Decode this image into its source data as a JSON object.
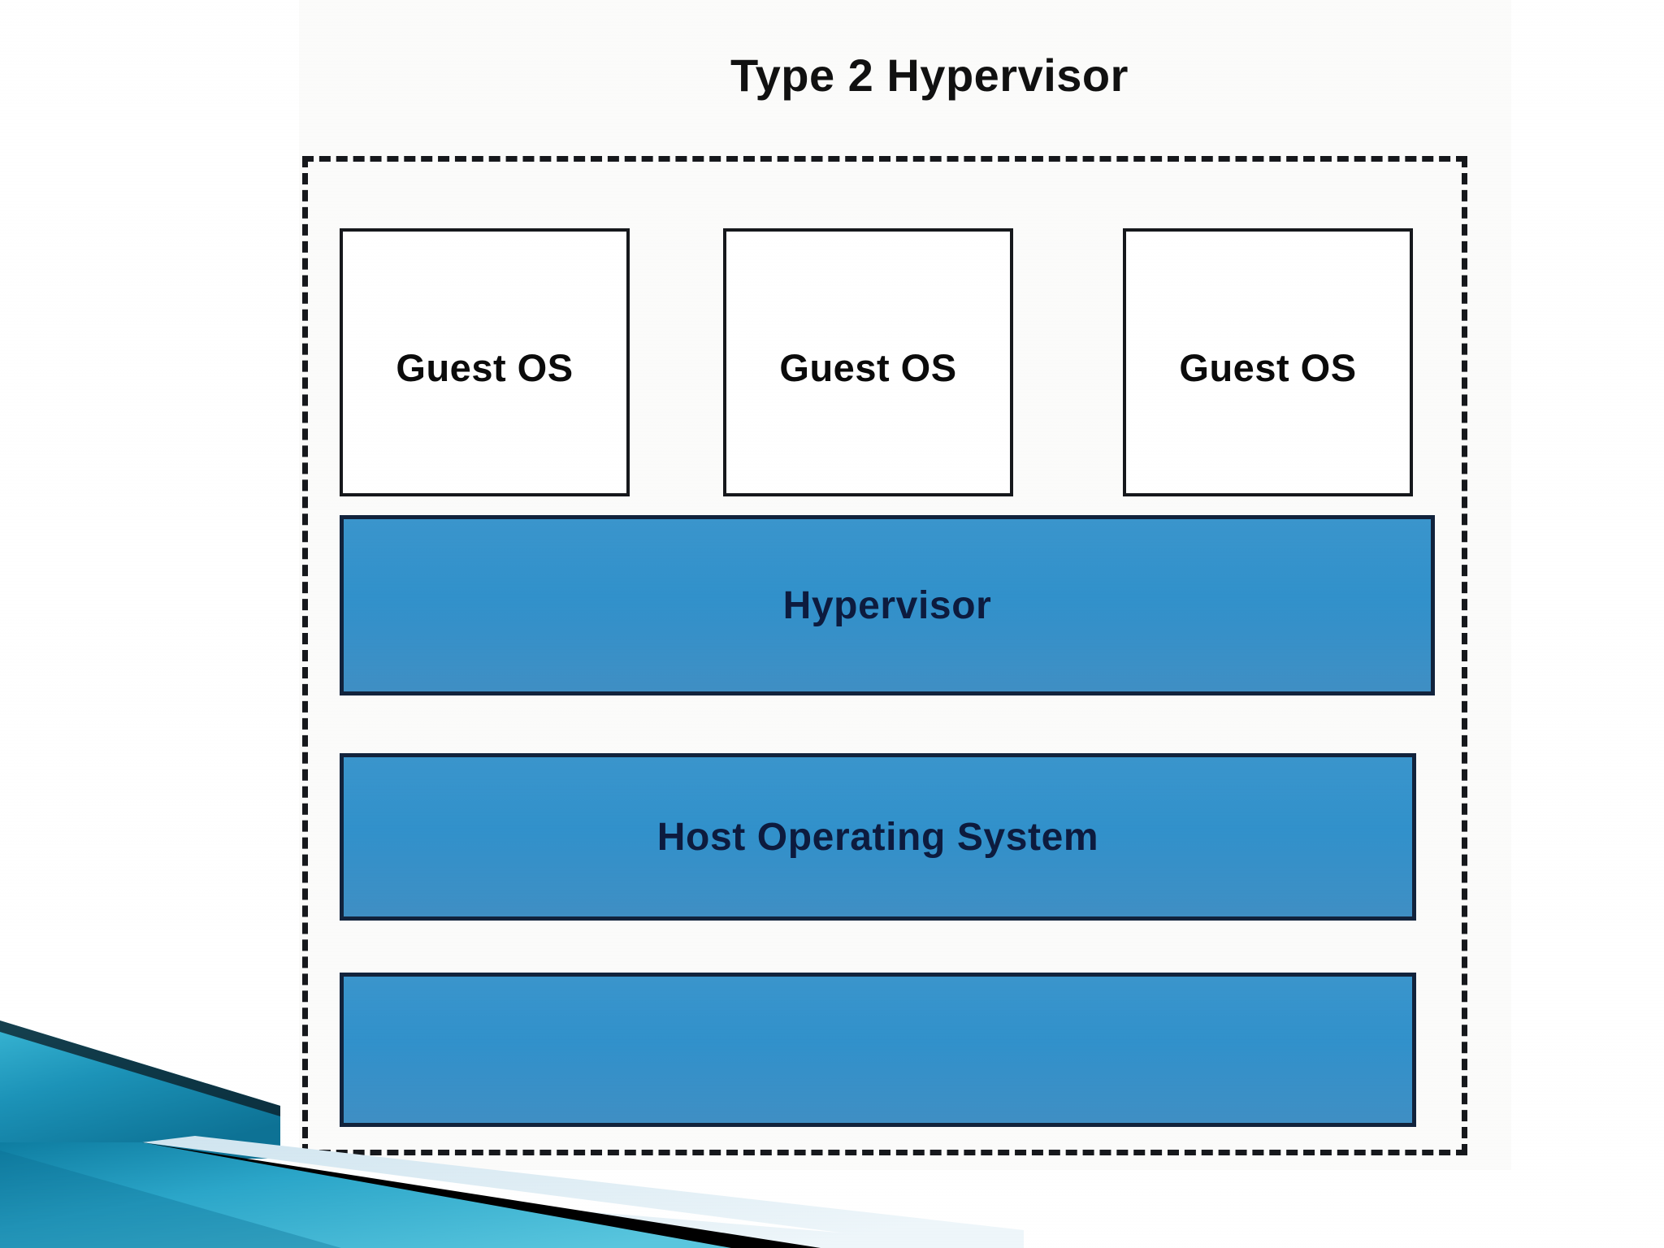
{
  "slide": {
    "title": "Type 2 Hypervisor",
    "background_color": "#ffffff",
    "panel_color": "#fbfbfa"
  },
  "diagram": {
    "boundary_name": "host-machine-boundary",
    "boundary_style": "dashed",
    "boundary_color": "#16181c",
    "guest_boxes": [
      {
        "label": "Guest OS"
      },
      {
        "label": "Guest OS"
      },
      {
        "label": "Guest OS"
      }
    ],
    "layers": [
      {
        "name": "hypervisor",
        "label": "Hypervisor",
        "fill": "#3191cb",
        "border": "#12233c"
      },
      {
        "name": "host-os",
        "label": "Host Operating System",
        "fill": "#3191cb",
        "border": "#12233c"
      },
      {
        "name": "hardware",
        "label": "",
        "fill": "#3191cb",
        "border": "#12233c"
      }
    ]
  },
  "decoration": {
    "name": "corner-banner",
    "teal_dark": "#0f7fa5",
    "teal_light": "#45bcd8",
    "black": "#000000",
    "pale_blue": "#d9e9f2"
  }
}
